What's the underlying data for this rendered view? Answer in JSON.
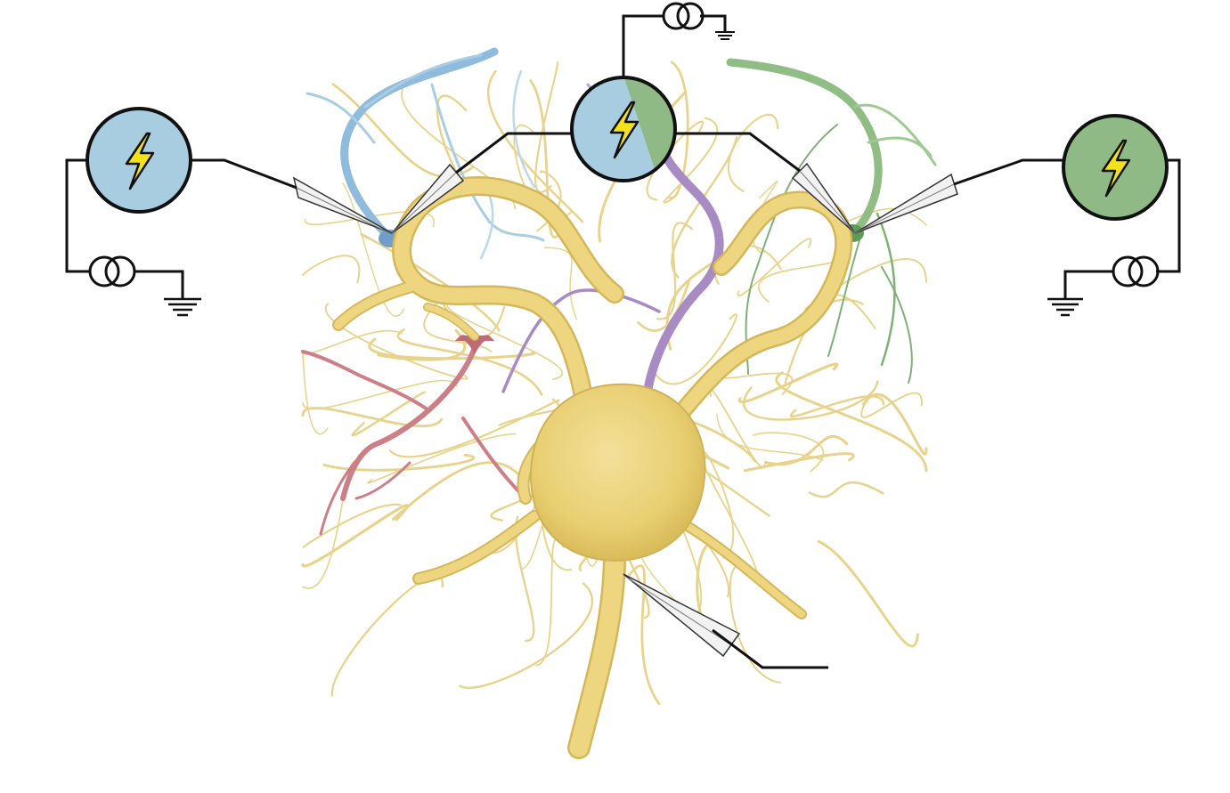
{
  "diagram": {
    "subject": "neuron-with-stimulating-electrodes",
    "colors": {
      "neuron": "#eed680",
      "neuron_edge": "#c9a94a",
      "axon_blue": "#8fbbdc",
      "axon_green": "#8fbd84",
      "axon_purple": "#a98bc4",
      "axon_red": "#cc7f86",
      "stimulator_blue": "#a9cde0",
      "stimulator_green": "#8fba85",
      "bolt_fill": "#f2e21c",
      "wire": "#111111",
      "pipette": "#f2f2f2"
    },
    "icons": {
      "stimulator": "lightning-bolt-icon",
      "current_source": "current-source-icon",
      "ground": "ground-icon",
      "electrode": "glass-micropipette-icon"
    },
    "stimulators": [
      {
        "id": "left",
        "color": "blue"
      },
      {
        "id": "center",
        "color": "blue-green"
      },
      {
        "id": "right",
        "color": "green"
      }
    ],
    "recording_electrode": {
      "target": "soma"
    }
  }
}
